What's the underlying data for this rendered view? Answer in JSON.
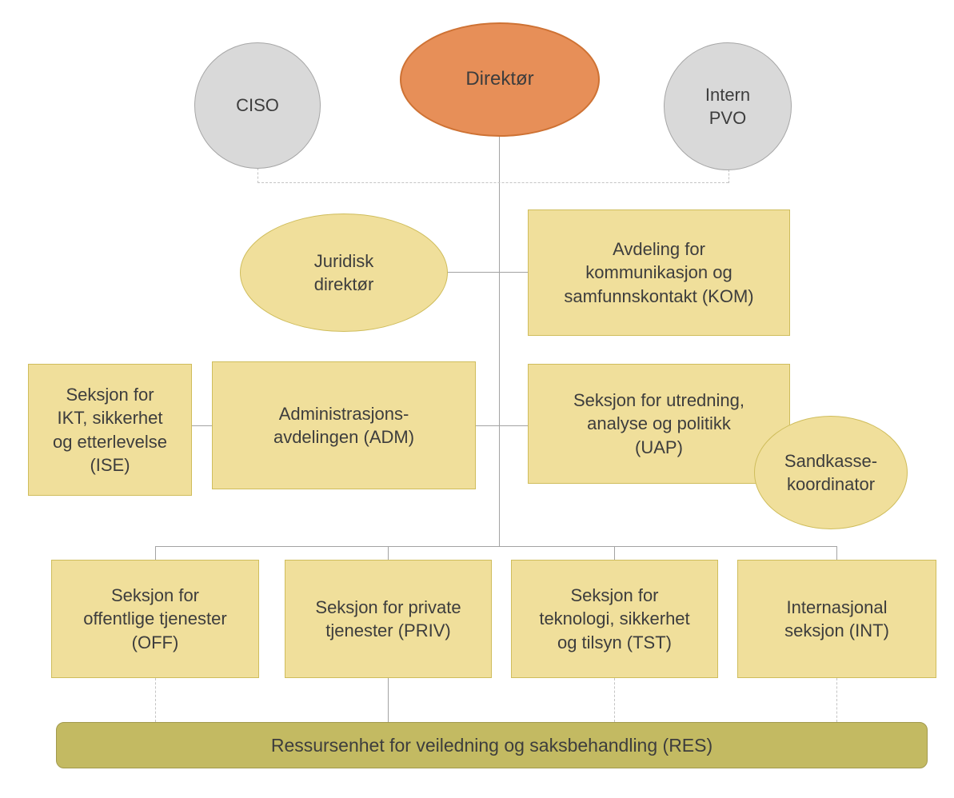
{
  "nodes": {
    "ciso": "CISO",
    "direktor": "Direktør",
    "intern_pvo": "Intern\nPVO",
    "juridisk": "Juridisk\ndirektør",
    "kom": "Avdeling for\nkommunikasjon og\nsamfunnskontakt (KOM)",
    "ise": "Seksjon for\nIKT, sikkerhet\nog etterlevelse\n(ISE)",
    "adm": "Administrasjons-\navdelingen (ADM)",
    "uap": "Seksjon for utredning,\nanalyse og politikk\n(UAP)",
    "sandkasse": "Sandkasse-\nkoordinator",
    "off": "Seksjon for\noffentlige tjenester\n(OFF)",
    "priv": "Seksjon for private\ntjenester (PRIV)",
    "tst": "Seksjon for\nteknologi, sikkerhet\nog tilsyn (TST)",
    "int": "Internasjonal\nseksjon (INT)",
    "res": "Ressursenhet for veiledning og saksbehandling (RES)"
  },
  "colors": {
    "director_fill": "#E78F58",
    "director_border": "#CE7234",
    "staff_fill": "#D9D9D9",
    "staff_border": "#A6A6A6",
    "unit_fill": "#F0DF9B",
    "unit_border": "#CFBD5C",
    "resource_fill": "#C3BA62",
    "resource_border": "#A29A4E",
    "connector_solid": "#A3A3A3",
    "connector_dashed": "#C4C4C4",
    "text": "#3D3D3D"
  }
}
